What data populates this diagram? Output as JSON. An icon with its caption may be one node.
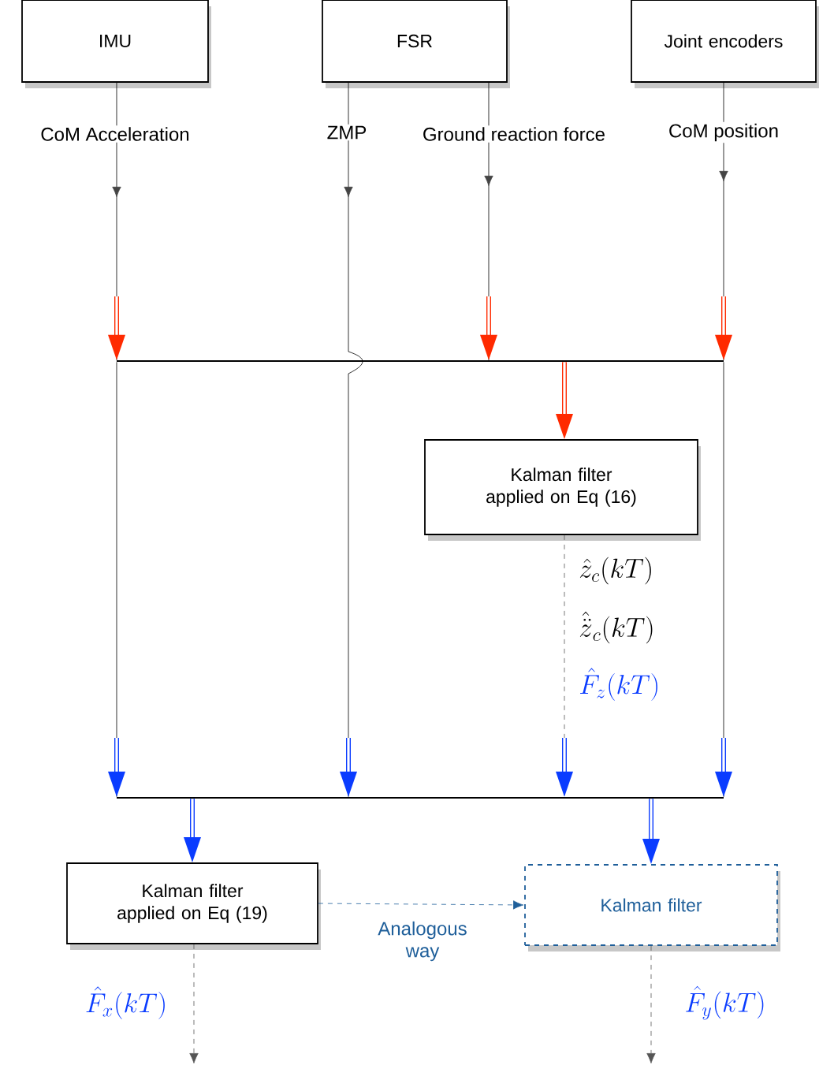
{
  "diagram": {
    "nodes": [
      {
        "text": [
          "IMU"
        ]
      },
      {
        "text": [
          "FSR"
        ]
      },
      {
        "text": [
          "Joint encoders"
        ]
      },
      {
        "text": [
          "Kalman filter applied on Eq (16)"
        ]
      },
      {
        "text": [
          "Kalman filter applied on Eq (19)"
        ]
      },
      {
        "text": [
          "Kalman filter"
        ]
      },
      {
        "text": [],
        "shape": "bar"
      },
      {
        "text": [],
        "shape": "bar"
      }
    ],
    "edges": [
      {
        "from": 0,
        "to": 6,
        "arrow": "to",
        "label": "CoM Acceleration"
      },
      {
        "from": 1,
        "to": 7,
        "arrow": "to",
        "label": "ZMP"
      },
      {
        "from": 1,
        "to": 6,
        "arrow": "to",
        "label": "Ground reaction force"
      },
      {
        "from": 2,
        "to": 6,
        "arrow": "to",
        "label": "CoM position"
      },
      {
        "from": 6,
        "to": 3,
        "arrow": "to",
        "style": "thick",
        "color": "#ff2a00"
      },
      {
        "from": 6,
        "to": 7,
        "arrow": "to"
      },
      {
        "from": 6,
        "to": 7,
        "arrow": "to"
      },
      {
        "from": 3,
        "to": 7,
        "arrow": "to",
        "style": "dashed",
        "color": "#555555"
      },
      {
        "from": 7,
        "to": 4,
        "arrow": "to",
        "style": "thick",
        "color": "#0a3cff"
      },
      {
        "from": 7,
        "to": 5,
        "arrow": "to",
        "style": "thick",
        "color": "#0a3cff"
      },
      {
        "from": 4,
        "to": 5,
        "arrow": "to",
        "label": "Analogous way",
        "style": "dashed",
        "color": "#1f5f9a"
      },
      {
        "from": 4,
        "to": null,
        "arrow": "to",
        "style": "dashed",
        "color": "#555555"
      },
      {
        "from": 5,
        "to": null,
        "arrow": "to",
        "style": "dashed",
        "color": "#555555"
      }
    ],
    "labels": [
      "\\hat{z}_c(kT)",
      "\\hat{\\ddot{z}}_c(kT)",
      "\\hat{F}_z(kT)",
      "\\hat{F}_x(kT)",
      "\\hat{F}_y(kT)"
    ]
  }
}
